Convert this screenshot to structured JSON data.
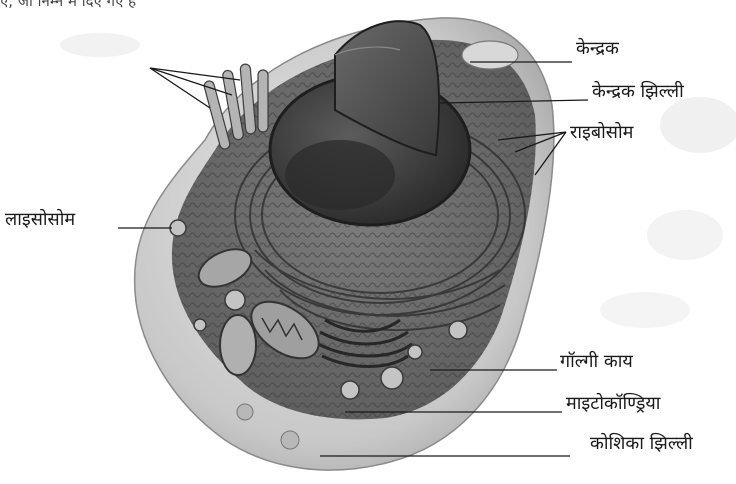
{
  "labels": {
    "kendrak": "केन्द्रक",
    "kendrak_jhilli": "केन्द्रक झिल्ली",
    "ribosome": "राइबोसोम",
    "lysosome": "लाइसोसोम",
    "golgi": "गॉल्गी काय",
    "mitochondria": "माइटोकॉण्ड्रिया",
    "koshika_jhilli": "कोशिका झिल्ली",
    "top_fragment": "ए, जो निम्न में दिए गए हैं"
  },
  "colors": {
    "background": "#ffffff",
    "ink": "#1a1a1a",
    "cell_outer": "#cfcfcf",
    "cytoplasm": "#8f8f8f",
    "nucleus": "#4a4a4a",
    "nucleus_dark": "#2b2b2b"
  }
}
